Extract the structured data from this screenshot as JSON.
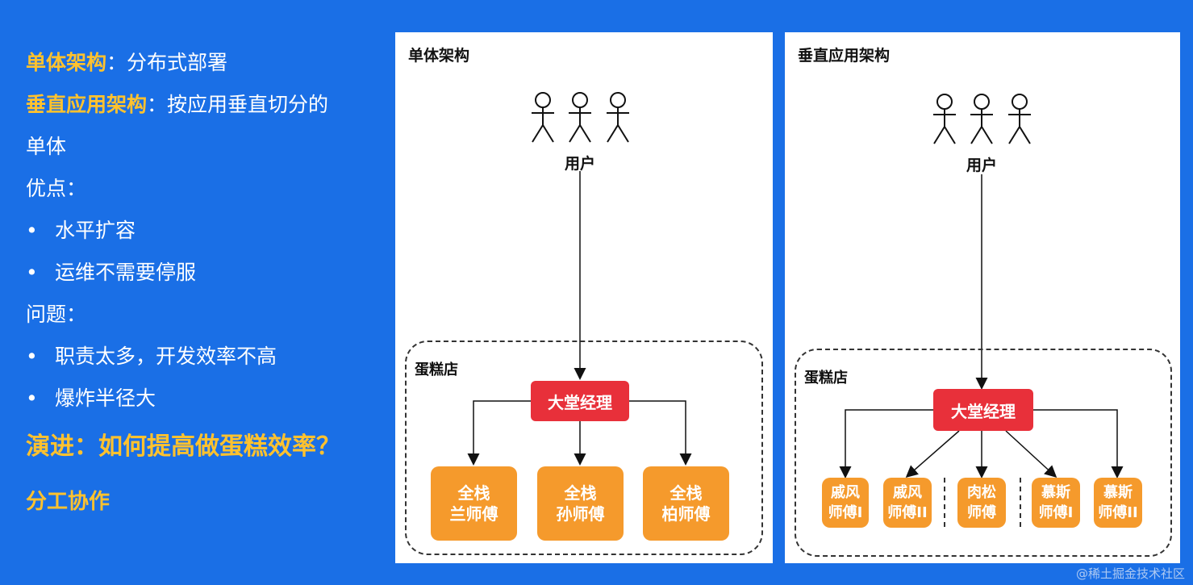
{
  "left": {
    "line1_highlight": "单体架构",
    "line1_rest": "：分布式部署",
    "line2_highlight": "垂直应用架构",
    "line2_rest": "：按应用垂直切分的",
    "line3": "单体",
    "pros_title": "优点：",
    "pros": [
      "水平扩容",
      "运维不需要停服"
    ],
    "cons_title": "问题：",
    "cons": [
      "职责太多，开发效率不高",
      "爆炸半径大"
    ],
    "evolution": "演进：如何提高做蛋糕效率？",
    "division": "分工协作",
    "bullet_char": "•"
  },
  "panel1": {
    "title": "单体架构",
    "users": "用户",
    "store": "蛋糕店",
    "manager": "大堂经理",
    "workers": [
      {
        "line1": "全栈",
        "line2": "兰师傅"
      },
      {
        "line1": "全栈",
        "line2": "孙师傅"
      },
      {
        "line1": "全栈",
        "line2": "柏师傅"
      }
    ]
  },
  "panel2": {
    "title": "垂直应用架构",
    "users": "用户",
    "store": "蛋糕店",
    "manager": "大堂经理",
    "workers": [
      {
        "line1": "戚风",
        "line2": "师傅I"
      },
      {
        "line1": "戚风",
        "line2": "师傅II"
      },
      {
        "line1": "肉松",
        "line2": "师傅"
      },
      {
        "line1": "慕斯",
        "line2": "师傅I"
      },
      {
        "line1": "慕斯",
        "line2": "师傅II"
      }
    ]
  },
  "footer_watermark": "@稀土掘金技术社区",
  "colors": {
    "background": "#1a6fe6",
    "highlight": "#ffc22e",
    "manager": "#e8303a",
    "worker": "#f59a2c"
  }
}
